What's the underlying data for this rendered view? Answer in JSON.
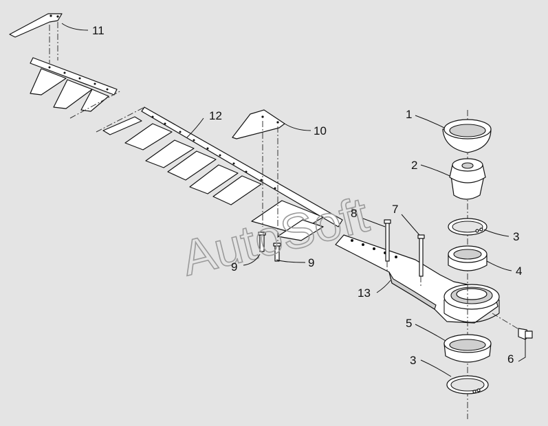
{
  "watermark": "AutoSoft",
  "callouts": {
    "c1": "1",
    "c2": "2",
    "c3a": "3",
    "c3b": "3",
    "c4": "4",
    "c5": "5",
    "c6": "6",
    "c7": "7",
    "c8": "8",
    "c9a": "9",
    "c9b": "9",
    "c10": "10",
    "c11": "11",
    "c12": "12",
    "c13": "13"
  },
  "colors": {
    "background": "#e4e4e4",
    "line": "#111111",
    "watermark": "#9a9a9a"
  }
}
